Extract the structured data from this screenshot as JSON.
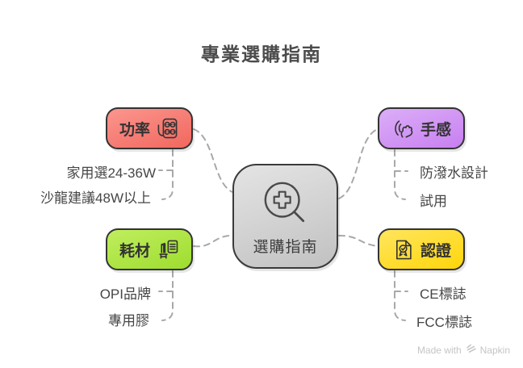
{
  "title": "專業選購指南",
  "center": {
    "label": "選購指南",
    "icon": "magnifier-plus-icon"
  },
  "branches": [
    {
      "id": "power",
      "label": "功率",
      "icon": "power-strip-icon",
      "fill_top": "#fb968e",
      "fill_bottom": "#f1675e",
      "items": [
        "家用選24-36W",
        "沙龍建議48W以上"
      ]
    },
    {
      "id": "feel",
      "label": "手感",
      "icon": "snap-hand-icon",
      "fill_top": "#dcaef8",
      "fill_bottom": "#c77ff0",
      "items": [
        "防潑水設計",
        "試用"
      ]
    },
    {
      "id": "consumables",
      "label": "耗材",
      "icon": "hand-checklist-icon",
      "fill_top": "#c0ee5e",
      "fill_bottom": "#9edd2f",
      "items": [
        "OPI品牌",
        "專用膠"
      ]
    },
    {
      "id": "certification",
      "label": "認證",
      "icon": "certificate-badge-icon",
      "fill_top": "#ffe55e",
      "fill_bottom": "#ffd60a",
      "items": [
        "CE標誌",
        "FCC標誌"
      ]
    }
  ],
  "watermark": {
    "text": "Made with",
    "brand": "Napkin",
    "icon": "napkin-logo-icon"
  },
  "colors": {
    "background": "#ffffff",
    "box_border": "#333333",
    "center_fill_top": "#e4e4e4",
    "center_fill_bottom": "#c1c1c1",
    "connector": "#a8a8a8",
    "title_text": "#4c4c4c",
    "item_text": "#464646",
    "watermark_text": "#c5c5c5"
  }
}
